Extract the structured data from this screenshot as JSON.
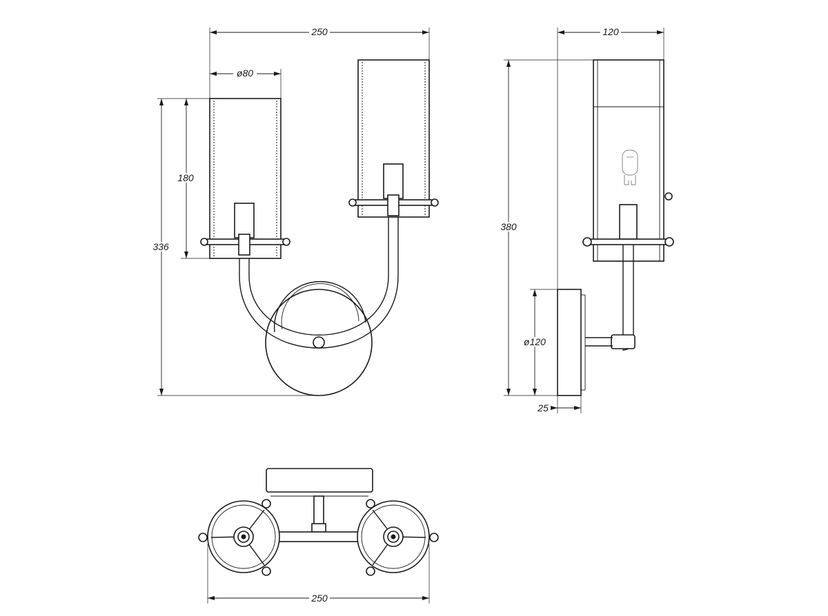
{
  "front_view": {
    "width_label": "250",
    "shade_diameter_label": "ø80",
    "shade_height_label": "180",
    "total_height_label": "336"
  },
  "side_view": {
    "depth_label": "120",
    "height_label": "380",
    "base_diameter_label": "ø120",
    "base_depth_label": "25"
  },
  "top_view": {
    "width_label": "250"
  }
}
